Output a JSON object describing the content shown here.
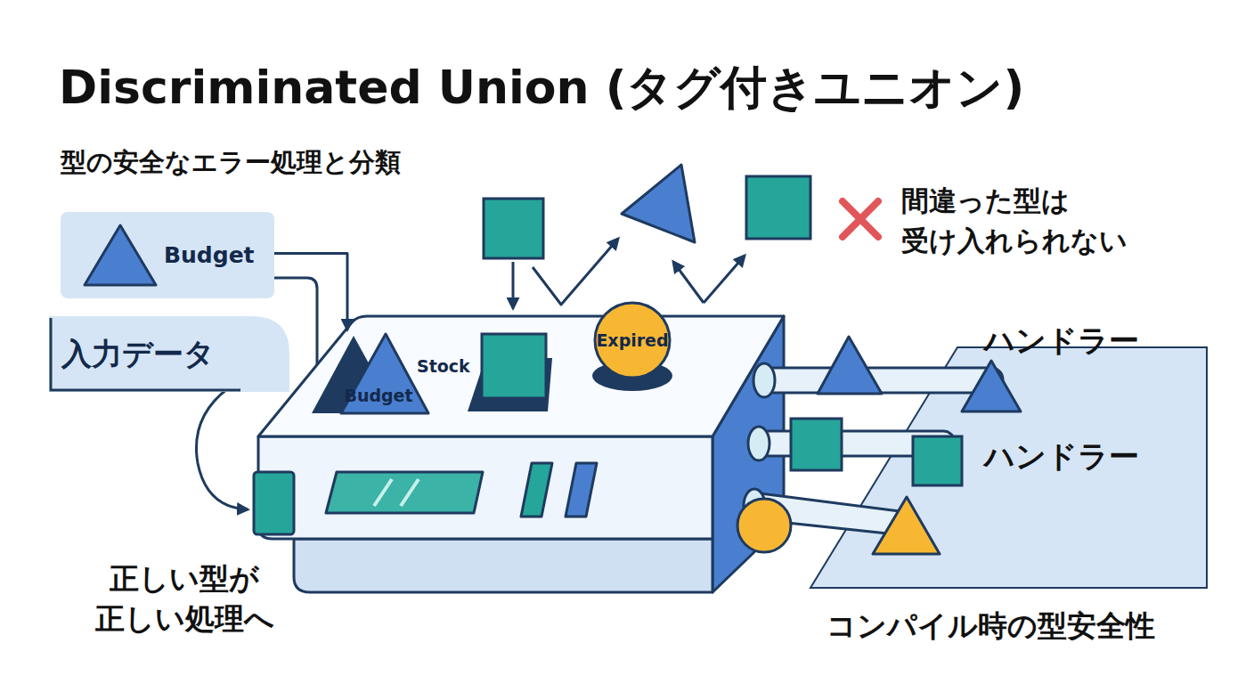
{
  "diagram": {
    "title": "Discriminated Union (タグ付きユニオン)",
    "nodes": [
      {
        "text": [
          "Budget"
        ]
      },
      {
        "text": [
          "入力データ"
        ]
      },
      {
        "text": [
          "Budget"
        ]
      },
      {
        "text": [
          "Stock"
        ]
      },
      {
        "text": [
          "Expired"
        ]
      }
    ],
    "edges": [
      {
        "from": 0,
        "to": 2,
        "arrow": "to"
      }
    ],
    "labels": [
      "型の安全なエラー処理と分類",
      "間違った型は 受け入れられない",
      "ハンドラー",
      "ハンドラー",
      "正しい型が 正しい処理へ",
      "コンパイル時の型安全性"
    ]
  }
}
